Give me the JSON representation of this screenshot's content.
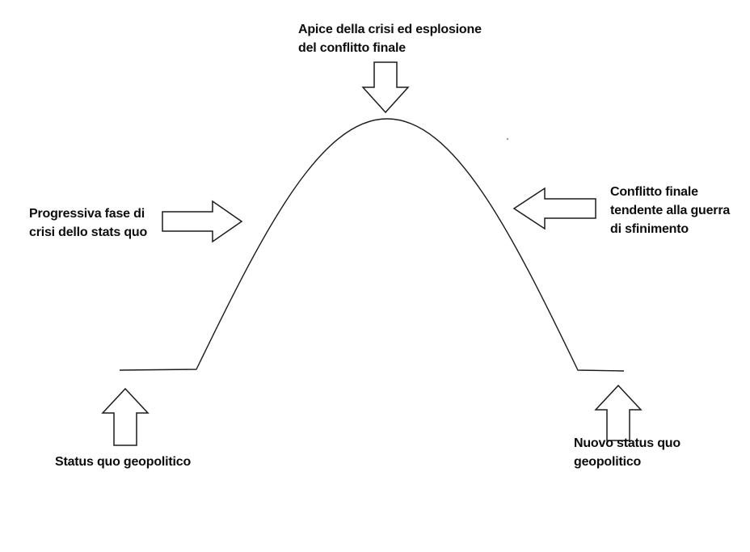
{
  "diagram": {
    "type": "cycle-curve-annotated",
    "labels": {
      "apex": "Apice della crisi ed esplosione\ndel conflitto finale",
      "left_phase": "Progressiva fase di\ncrisi dello stats quo",
      "right_phase": "Conflitto finale\ntendente alla guerra\ndi sfinimento",
      "bottom_left": "Status quo geopolitico",
      "bottom_right": "Nuovo status quo\ngeopolitico"
    },
    "colors": {
      "background": "#ffffff",
      "line": "#1b1b1b",
      "arrow_fill": "#ffffff",
      "text": "#0d0d0d"
    }
  }
}
